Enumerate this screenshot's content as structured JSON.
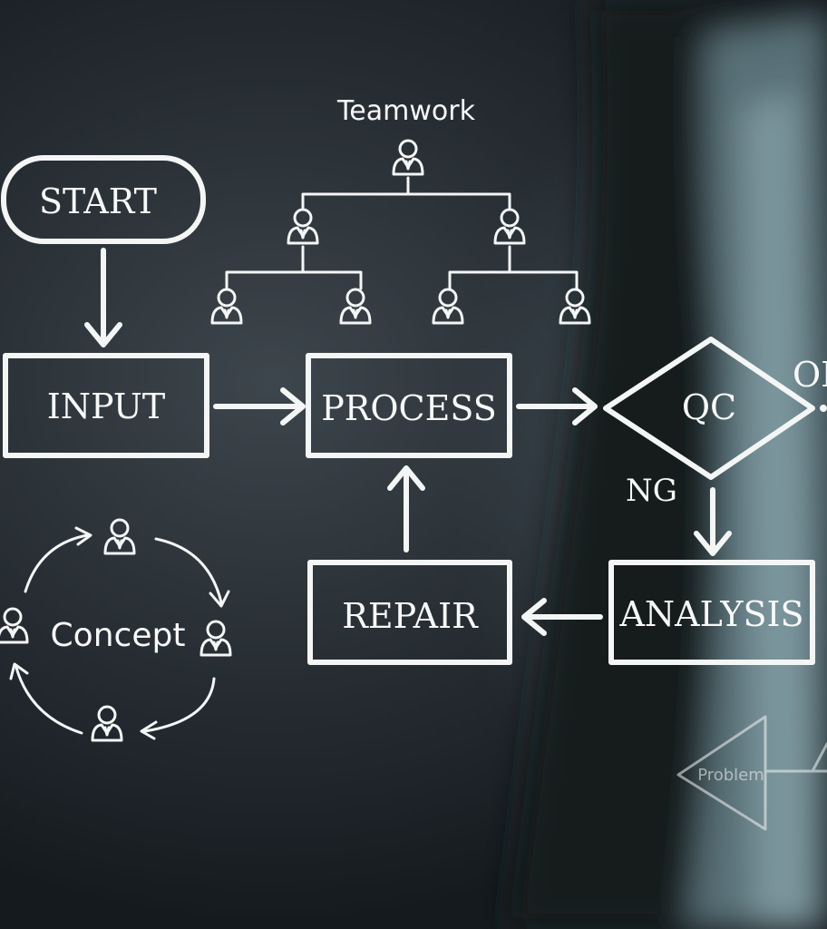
{
  "labels": {
    "start": "START",
    "input": "INPUT",
    "process": "PROCESS",
    "qc": "QC",
    "ok": "OK",
    "ng": "NG",
    "repair": "REPAIR",
    "analysis": "ANALYSIS",
    "teamwork": "Teamwork",
    "concept": "Concept",
    "problem": "Problem"
  },
  "icons": {
    "person": "person-icon",
    "arrow": "arrow-icon"
  },
  "colors": {
    "chalk": "#f4f6f6",
    "background": "#1d2328"
  }
}
